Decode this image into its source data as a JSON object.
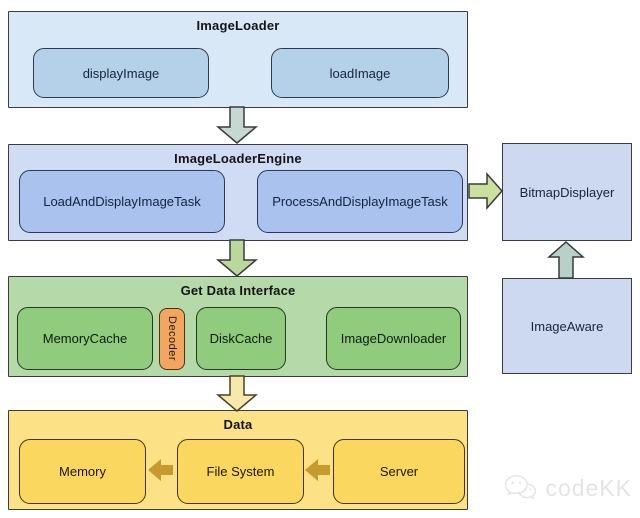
{
  "nodes": {
    "image_loader": {
      "title": "ImageLoader",
      "display_image": "displayImage",
      "load_image": "loadImage"
    },
    "engine": {
      "title": "ImageLoaderEngine",
      "load_task": "LoadAndDisplayImageTask",
      "process_task": "ProcessAndDisplayImageTask"
    },
    "bitmap_displayer": {
      "title": "BitmapDisplayer"
    },
    "image_aware": {
      "title": "ImageAware"
    },
    "get_data": {
      "title": "Get Data Interface",
      "memory_cache": "MemoryCache",
      "decoder": "Decoder",
      "disk_cache": "DiskCache",
      "image_downloader": "ImageDownloader"
    },
    "data": {
      "title": "Data",
      "memory": "Memory",
      "file_system": "File System",
      "server": "Server"
    }
  },
  "edges": [
    {
      "from": "ImageLoader",
      "to": "ImageLoaderEngine",
      "direction": "down",
      "color": "#c5d8d1",
      "outline": "#3a3a3a"
    },
    {
      "from": "ImageLoaderEngine",
      "to": "Get Data Interface",
      "direction": "down",
      "color": "#b9d89b",
      "outline": "#3a3a3a"
    },
    {
      "from": "Get Data Interface",
      "to": "Data",
      "direction": "down",
      "color": "#f7e9ab",
      "outline": "#4a4127"
    },
    {
      "from": "ImageLoaderEngine",
      "to": "BitmapDisplayer",
      "direction": "right",
      "color": "#cbdf9f",
      "outline": "#3a3a3a"
    },
    {
      "from": "ImageAware",
      "to": "BitmapDisplayer",
      "direction": "up",
      "color": "#b7d0c8",
      "outline": "#3a3a3a"
    },
    {
      "from": "File System",
      "to": "Memory",
      "direction": "left",
      "color": "#c79a30",
      "outline": "#c79a30"
    },
    {
      "from": "Server",
      "to": "File System",
      "direction": "left",
      "color": "#c79a30",
      "outline": "#c79a30"
    }
  ],
  "colors": {
    "blue_container": "#d8e8f6",
    "blue_inner": "#b5d1e9",
    "engine_container": "#cfdcf3",
    "engine_inner": "#a9c2ee",
    "side_box": "#cdd9f1",
    "green_container": "#b5d9a8",
    "green_inner": "#90cb7e",
    "decoder_orange": "#f3a660",
    "yellow_container": "#fce187",
    "yellow_inner": "#fad75e"
  },
  "watermark": {
    "text": "codeKK"
  }
}
